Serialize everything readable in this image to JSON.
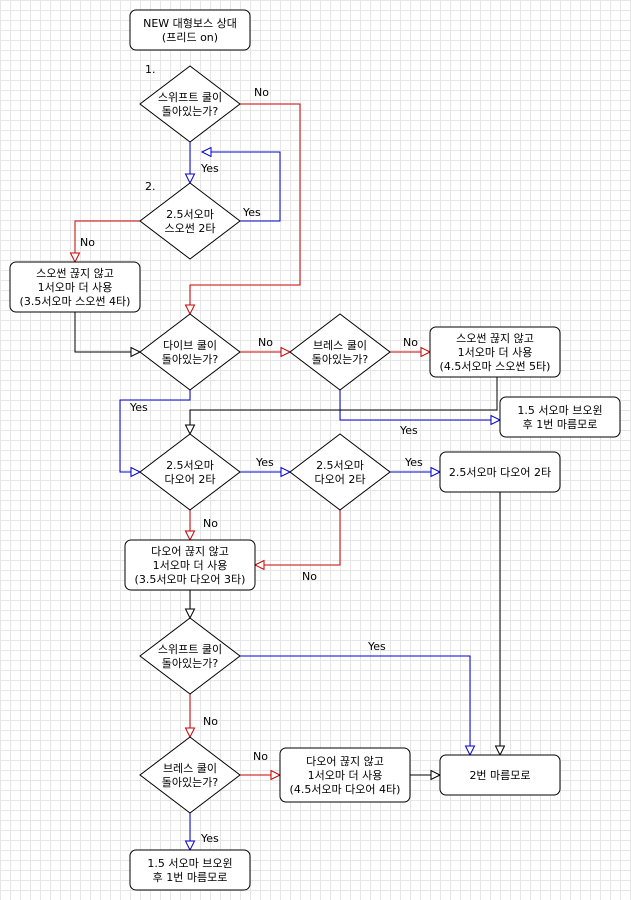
{
  "nodes": {
    "start": [
      "NEW 대형보스 상대",
      "(프리드 on)"
    ],
    "d_swift1": [
      "스위프트 쿨이",
      "돌아있는가?"
    ],
    "d_swift1_num": "1.",
    "d_25soul": [
      "2.5서오마",
      "스오썬 2타"
    ],
    "d_25soul_num": "2.",
    "p_35soul": [
      "스오썬 끊지 않고",
      "1서오마 더 사용",
      "(3.5서오마 스오썬 4타)"
    ],
    "d_dive": [
      "다이브 쿨이",
      "돌아있는가?"
    ],
    "d_breath1": [
      "브레스 쿨이",
      "돌아있는가?"
    ],
    "p_45soul": [
      "스오썬 끊지 않고",
      "1서오마 더 사용",
      "(4.5서오마 스오썬 5타)"
    ],
    "p_15br1": [
      "1.5 서오마 브오윈",
      "후 1번 마름모로"
    ],
    "d_25doa_a": [
      "2.5서오마",
      "다오어 2타"
    ],
    "d_25doa_b": [
      "2.5서오마",
      "다오어 2타"
    ],
    "p_25doa": [
      "2.5서오마 다오어 2타"
    ],
    "p_35doa": [
      "다오어 끊지 않고",
      "1서오마 더 사용",
      "(3.5서오마 다오어 3타)"
    ],
    "d_swift2": [
      "스위프트 쿨이",
      "돌아있는가?"
    ],
    "d_breath2": [
      "브레스 쿨이",
      "돌아있는가?"
    ],
    "p_45doa": [
      "다오어 끊지 않고",
      "1서오마 더 사용",
      "(4.5서오마 다오어 4타)"
    ],
    "p_goto2": [
      "2번 마름모로"
    ],
    "p_15br2": [
      "1.5 서오마 브오윈",
      "후 1번 마름모로"
    ]
  },
  "edge_labels": {
    "swift1_no": "No",
    "soul_loop_yes": "Yes",
    "soul_yes": "Yes",
    "soul_no": "No",
    "dive_no": "No",
    "breath1_no": "No",
    "dive_yes": "Yes",
    "breath1_yes": "Yes",
    "doa_a_yes": "Yes",
    "doa_b_yes": "Yes",
    "doa_a_no": "No",
    "doa_b_no": "No",
    "swift2_yes": "Yes",
    "swift2_no": "No",
    "breath2_no": "No",
    "breath2_yes": "Yes"
  },
  "colors": {
    "yes": "#0000cc",
    "no": "#cc0000",
    "plain": "#000000"
  }
}
